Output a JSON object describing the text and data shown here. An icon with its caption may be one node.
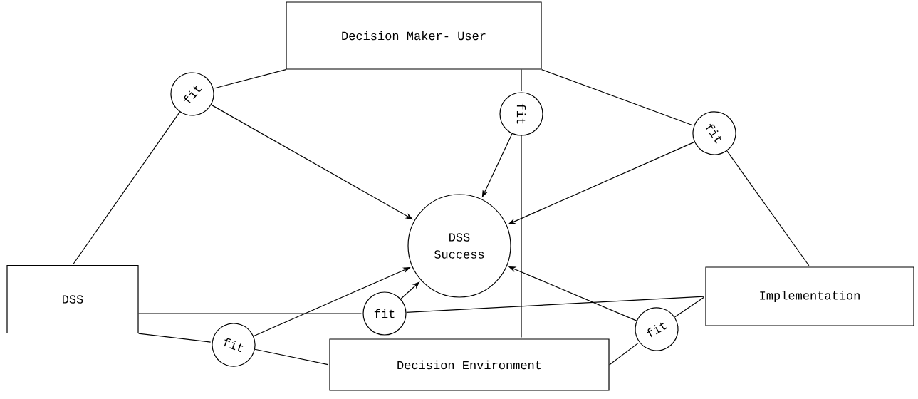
{
  "diagram": {
    "nodes": [
      {
        "text": [
          "Decision Maker- User"
        ]
      },
      {
        "text": [
          "DSS"
        ]
      },
      {
        "text": [
          "DSS Success"
        ]
      },
      {
        "text": [
          "Implementation"
        ]
      },
      {
        "text": [
          "Decision Environment"
        ]
      },
      {
        "text": [
          "fit"
        ]
      },
      {
        "text": [
          "fit"
        ]
      },
      {
        "text": [
          "fit"
        ]
      },
      {
        "text": [
          "fit"
        ]
      },
      {
        "text": [
          "fit"
        ]
      },
      {
        "text": [
          "fit"
        ]
      }
    ],
    "edges": [
      {
        "from": 0,
        "to": 5,
        "arrow": "none"
      },
      {
        "from": 5,
        "to": 1,
        "arrow": "none"
      },
      {
        "from": 0,
        "to": 6,
        "arrow": "none"
      },
      {
        "from": 6,
        "to": 4,
        "arrow": "none"
      },
      {
        "from": 0,
        "to": 7,
        "arrow": "none"
      },
      {
        "from": 7,
        "to": 3,
        "arrow": "none"
      },
      {
        "from": 1,
        "to": 8,
        "arrow": "none"
      },
      {
        "from": 8,
        "to": 3,
        "arrow": "none"
      },
      {
        "from": 1,
        "to": 9,
        "arrow": "none"
      },
      {
        "from": 9,
        "to": 4,
        "arrow": "none"
      },
      {
        "from": 4,
        "to": 10,
        "arrow": "none"
      },
      {
        "from": 10,
        "to": 3,
        "arrow": "none"
      },
      {
        "from": 5,
        "to": 2,
        "arrow": "to"
      },
      {
        "from": 6,
        "to": 2,
        "arrow": "to"
      },
      {
        "from": 7,
        "to": 2,
        "arrow": "to"
      },
      {
        "from": 8,
        "to": 2,
        "arrow": "to"
      },
      {
        "from": 9,
        "to": 2,
        "arrow": "to"
      },
      {
        "from": 10,
        "to": 2,
        "arrow": "to"
      }
    ]
  }
}
